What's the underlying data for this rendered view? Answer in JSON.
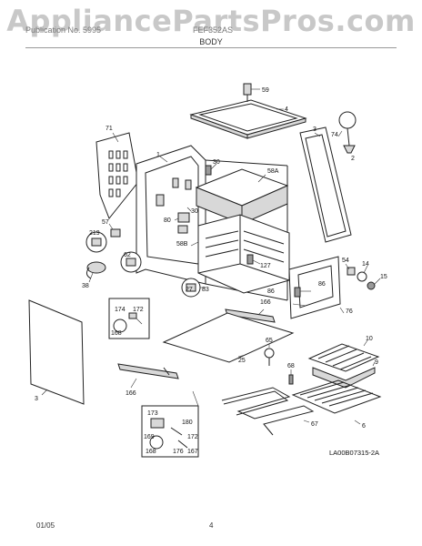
{
  "watermark": "AppliancePartsPros.com",
  "header": {
    "left": "Publication No. 5995",
    "model": "FEF352AS",
    "section": "BODY"
  },
  "footer": {
    "date": "01/05",
    "page": "4"
  },
  "diagram_code": "LA00B07315-2A",
  "callouts": [
    {
      "id": "c59",
      "label": "59"
    },
    {
      "id": "c4",
      "label": "4"
    },
    {
      "id": "c71",
      "label": "71"
    },
    {
      "id": "c3a",
      "label": "3"
    },
    {
      "id": "c74",
      "label": "74"
    },
    {
      "id": "c2",
      "label": "2"
    },
    {
      "id": "c1",
      "label": "1"
    },
    {
      "id": "c30a",
      "label": "30"
    },
    {
      "id": "c58a",
      "label": "58A"
    },
    {
      "id": "c30b",
      "label": "30"
    },
    {
      "id": "c80",
      "label": "80"
    },
    {
      "id": "c57",
      "label": "57"
    },
    {
      "id": "c219",
      "label": "219"
    },
    {
      "id": "c62",
      "label": "62"
    },
    {
      "id": "c58b",
      "label": "58B"
    },
    {
      "id": "c127",
      "label": "127"
    },
    {
      "id": "c38",
      "label": "38"
    },
    {
      "id": "c27",
      "label": "27"
    },
    {
      "id": "c83",
      "label": "83"
    },
    {
      "id": "c54",
      "label": "54"
    },
    {
      "id": "c14",
      "label": "14"
    },
    {
      "id": "c15",
      "label": "15"
    },
    {
      "id": "c86a",
      "label": "86"
    },
    {
      "id": "c86b",
      "label": "86"
    },
    {
      "id": "c174a",
      "label": "174"
    },
    {
      "id": "c172a",
      "label": "172"
    },
    {
      "id": "c168a",
      "label": "168"
    },
    {
      "id": "c166a",
      "label": "166"
    },
    {
      "id": "c76",
      "label": "76"
    },
    {
      "id": "c3b",
      "label": "3"
    },
    {
      "id": "c25",
      "label": "25"
    },
    {
      "id": "c65",
      "label": "65"
    },
    {
      "id": "c10",
      "label": "10"
    },
    {
      "id": "c68",
      "label": "68"
    },
    {
      "id": "c9",
      "label": "9"
    },
    {
      "id": "c166b",
      "label": "166"
    },
    {
      "id": "c173",
      "label": "173"
    },
    {
      "id": "c180",
      "label": "180"
    },
    {
      "id": "c169",
      "label": "169"
    },
    {
      "id": "c172b",
      "label": "172"
    },
    {
      "id": "c168b",
      "label": "168"
    },
    {
      "id": "c176",
      "label": "176"
    },
    {
      "id": "c167",
      "label": "167"
    },
    {
      "id": "c67",
      "label": "67"
    },
    {
      "id": "c6",
      "label": "6"
    }
  ]
}
